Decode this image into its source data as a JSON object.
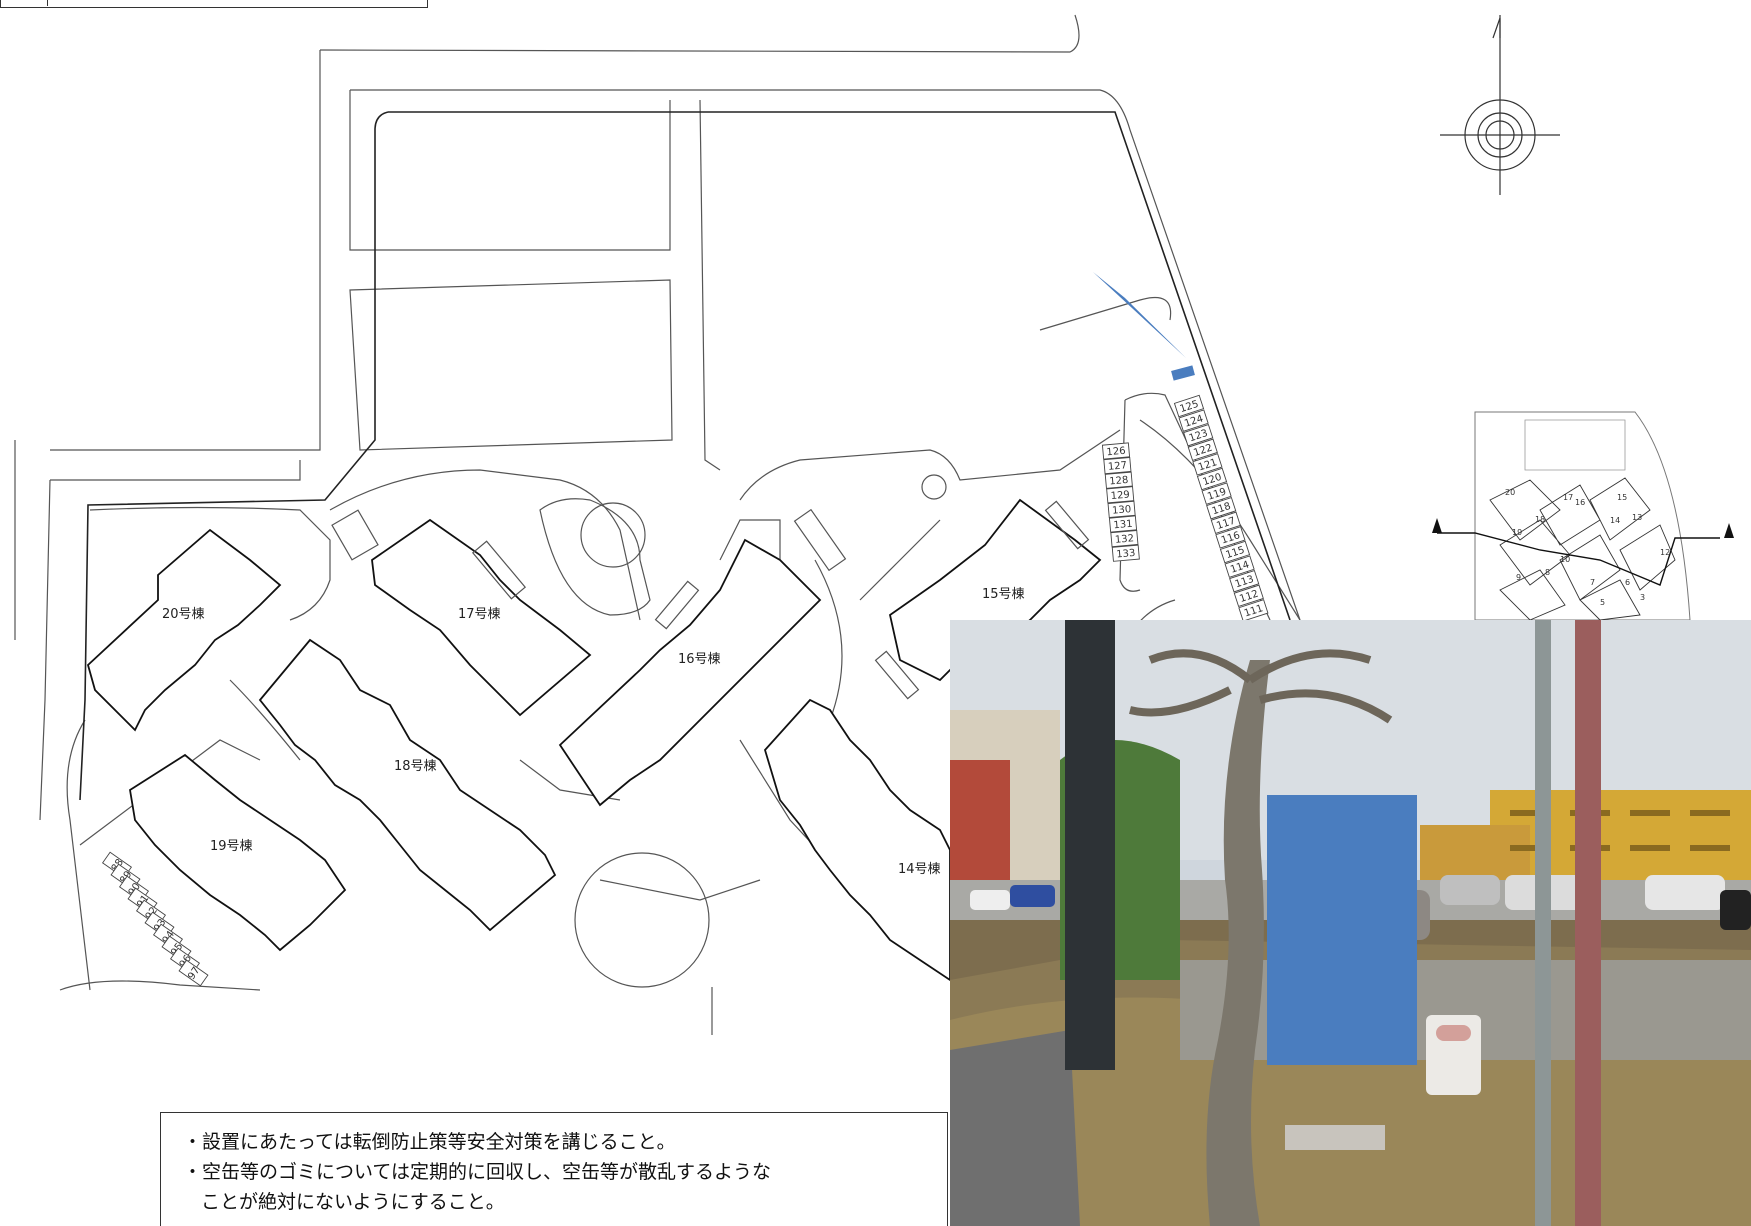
{
  "map": {
    "buildings": [
      {
        "id": "20",
        "label": "20号棟"
      },
      {
        "id": "17",
        "label": "17号棟"
      },
      {
        "id": "16",
        "label": "16号棟"
      },
      {
        "id": "15",
        "label": "15号棟"
      },
      {
        "id": "18",
        "label": "18号棟"
      },
      {
        "id": "19",
        "label": "19号棟"
      },
      {
        "id": "14",
        "label": "14号棟"
      }
    ],
    "parking_right_column": [
      "125",
      "124",
      "123",
      "122",
      "121",
      "120",
      "119",
      "118",
      "117",
      "116",
      "115",
      "114",
      "113",
      "112",
      "111"
    ],
    "parking_left_column": [
      "126",
      "127",
      "128",
      "129",
      "130",
      "131",
      "132",
      "133"
    ],
    "parking_lower_left": [
      "88",
      "89",
      "90",
      "91",
      "92",
      "93",
      "94",
      "95",
      "96",
      "97"
    ],
    "marker_color": "#4a7dbf",
    "north_symbol": "north-arrow-icon",
    "inset_labels": [
      "20",
      "18",
      "17",
      "16",
      "15",
      "14",
      "13",
      "19",
      "12",
      "10",
      "9",
      "8",
      "7",
      "6",
      "5",
      "3"
    ]
  },
  "photo": {
    "placement_marker_color": "#4a7dbf"
  },
  "notes": [
    "・設置にあたっては転倒防止策等安全対策を講じること。",
    "・空缶等のゴミについては定期的に回収し、空缶等が散乱するような",
    "ことが絶対にないようにすること。"
  ]
}
